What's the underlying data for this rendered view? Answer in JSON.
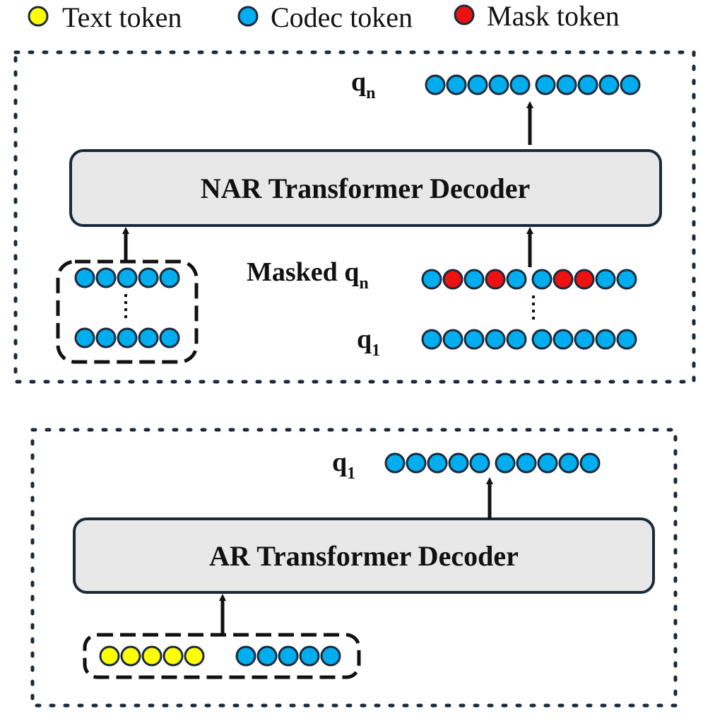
{
  "legend": {
    "text_label": "Text token",
    "codec_label": "Codec token",
    "mask_label": "Mask token"
  },
  "colors": {
    "text_token": "#ffff00",
    "codec_token": "#00aeef",
    "mask_token": "#ee1111",
    "block_fill": "#e8e8e8",
    "stroke": "#1a2a3a"
  },
  "nar": {
    "title": "NAR Transformer Decoder",
    "output_label": "q",
    "output_sub": "n",
    "masked_label": "Masked q",
    "masked_sub": "n",
    "bottom_label": "q",
    "bottom_sub": "1",
    "output_tokens": [
      "codec",
      "codec",
      "codec",
      "codec",
      "codec",
      "codec",
      "codec",
      "codec",
      "codec",
      "codec"
    ],
    "masked_tokens": [
      "codec",
      "mask",
      "codec",
      "mask",
      "codec",
      "codec",
      "mask",
      "mask",
      "codec",
      "codec"
    ],
    "q1_tokens": [
      "codec",
      "codec",
      "codec",
      "codec",
      "codec",
      "codec",
      "codec",
      "codec",
      "codec",
      "codec"
    ],
    "prompt_top_tokens": [
      "codec",
      "codec",
      "codec",
      "codec",
      "codec"
    ],
    "prompt_bottom_tokens": [
      "codec",
      "codec",
      "codec",
      "codec",
      "codec"
    ]
  },
  "ar": {
    "title": "AR Transformer Decoder",
    "output_label": "q",
    "output_sub": "1",
    "output_tokens": [
      "codec",
      "codec",
      "codec",
      "codec",
      "codec",
      "codec",
      "codec",
      "codec",
      "codec",
      "codec"
    ],
    "text_tokens": [
      "text",
      "text",
      "text",
      "text",
      "text"
    ],
    "prompt_tokens": [
      "codec",
      "codec",
      "codec",
      "codec",
      "codec"
    ]
  }
}
